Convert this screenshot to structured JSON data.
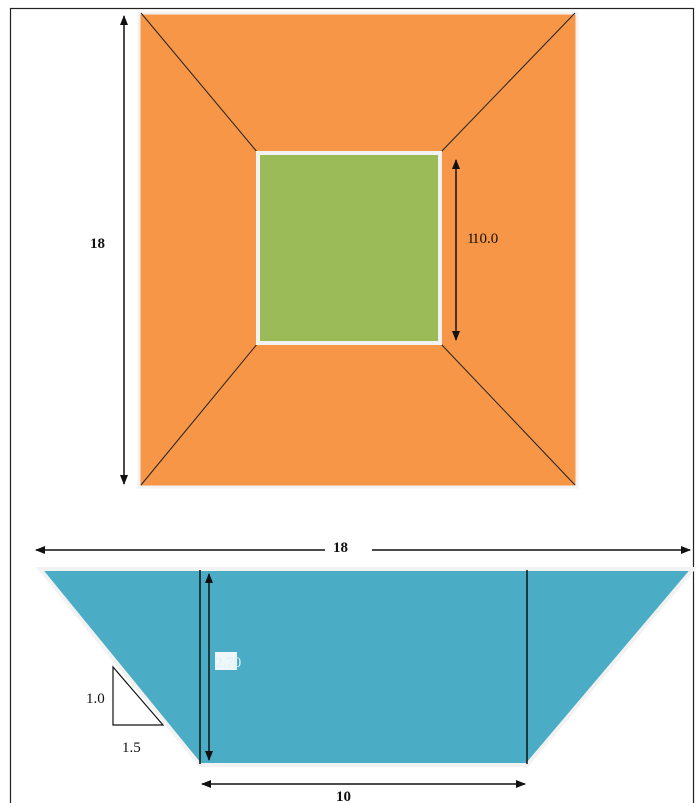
{
  "colors": {
    "plan_outer": "#F79646",
    "plan_inner": "#9BBB59",
    "section_fill": "#4BACC6",
    "edge_white": "#F2F2F2",
    "line": "#111111"
  },
  "plan": {
    "outer_dimension_label": "18",
    "inner_dimension_label": "10.0",
    "inner_dimension_overlap": "1"
  },
  "section": {
    "top_width_label": "18",
    "bottom_width_label": "10",
    "depth_label": "2.70",
    "slope_rise_label": "1.0",
    "slope_run_label": "1.5"
  }
}
